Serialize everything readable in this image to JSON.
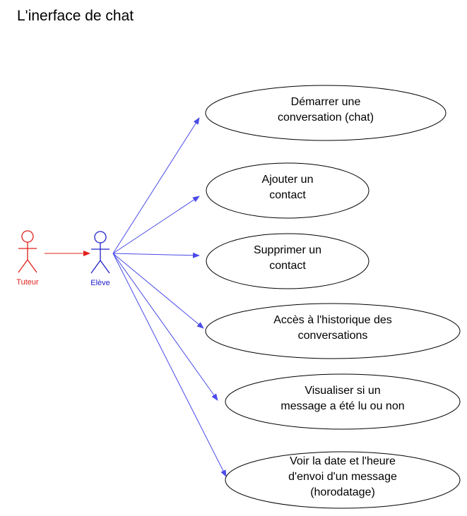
{
  "title": "L'inerface de chat",
  "actors": [
    {
      "id": "tuteur",
      "label": "Tuteur",
      "color": "#e0201b"
    },
    {
      "id": "eleve",
      "label": "Elève",
      "color": "#2020c8"
    }
  ],
  "generalization": {
    "from": "tuteur",
    "to": "eleve",
    "color": "#e0201b"
  },
  "use_cases": [
    {
      "id": "demarrer",
      "lines": [
        "Démarrer une",
        "conversation (chat)"
      ]
    },
    {
      "id": "ajouter",
      "lines": [
        "Ajouter un",
        "contact"
      ]
    },
    {
      "id": "supprimer",
      "lines": [
        "Supprimer un",
        "contact"
      ]
    },
    {
      "id": "historique",
      "lines": [
        "Accès à l'historique des",
        "conversations"
      ]
    },
    {
      "id": "lu",
      "lines": [
        "Visualiser si un",
        "message a été lu ou non"
      ]
    },
    {
      "id": "horodatage",
      "lines": [
        "Voir la date et l'heure",
        "d'envoi d'un message",
        "(horodatage)"
      ]
    }
  ],
  "associations": [
    {
      "from": "eleve",
      "to": "demarrer"
    },
    {
      "from": "eleve",
      "to": "ajouter"
    },
    {
      "from": "eleve",
      "to": "supprimer"
    },
    {
      "from": "eleve",
      "to": "historique"
    },
    {
      "from": "eleve",
      "to": "lu"
    },
    {
      "from": "eleve",
      "to": "horodatage"
    }
  ],
  "colors": {
    "association": "#4a4ae8",
    "stroke": "#000000",
    "text": "#000000"
  }
}
